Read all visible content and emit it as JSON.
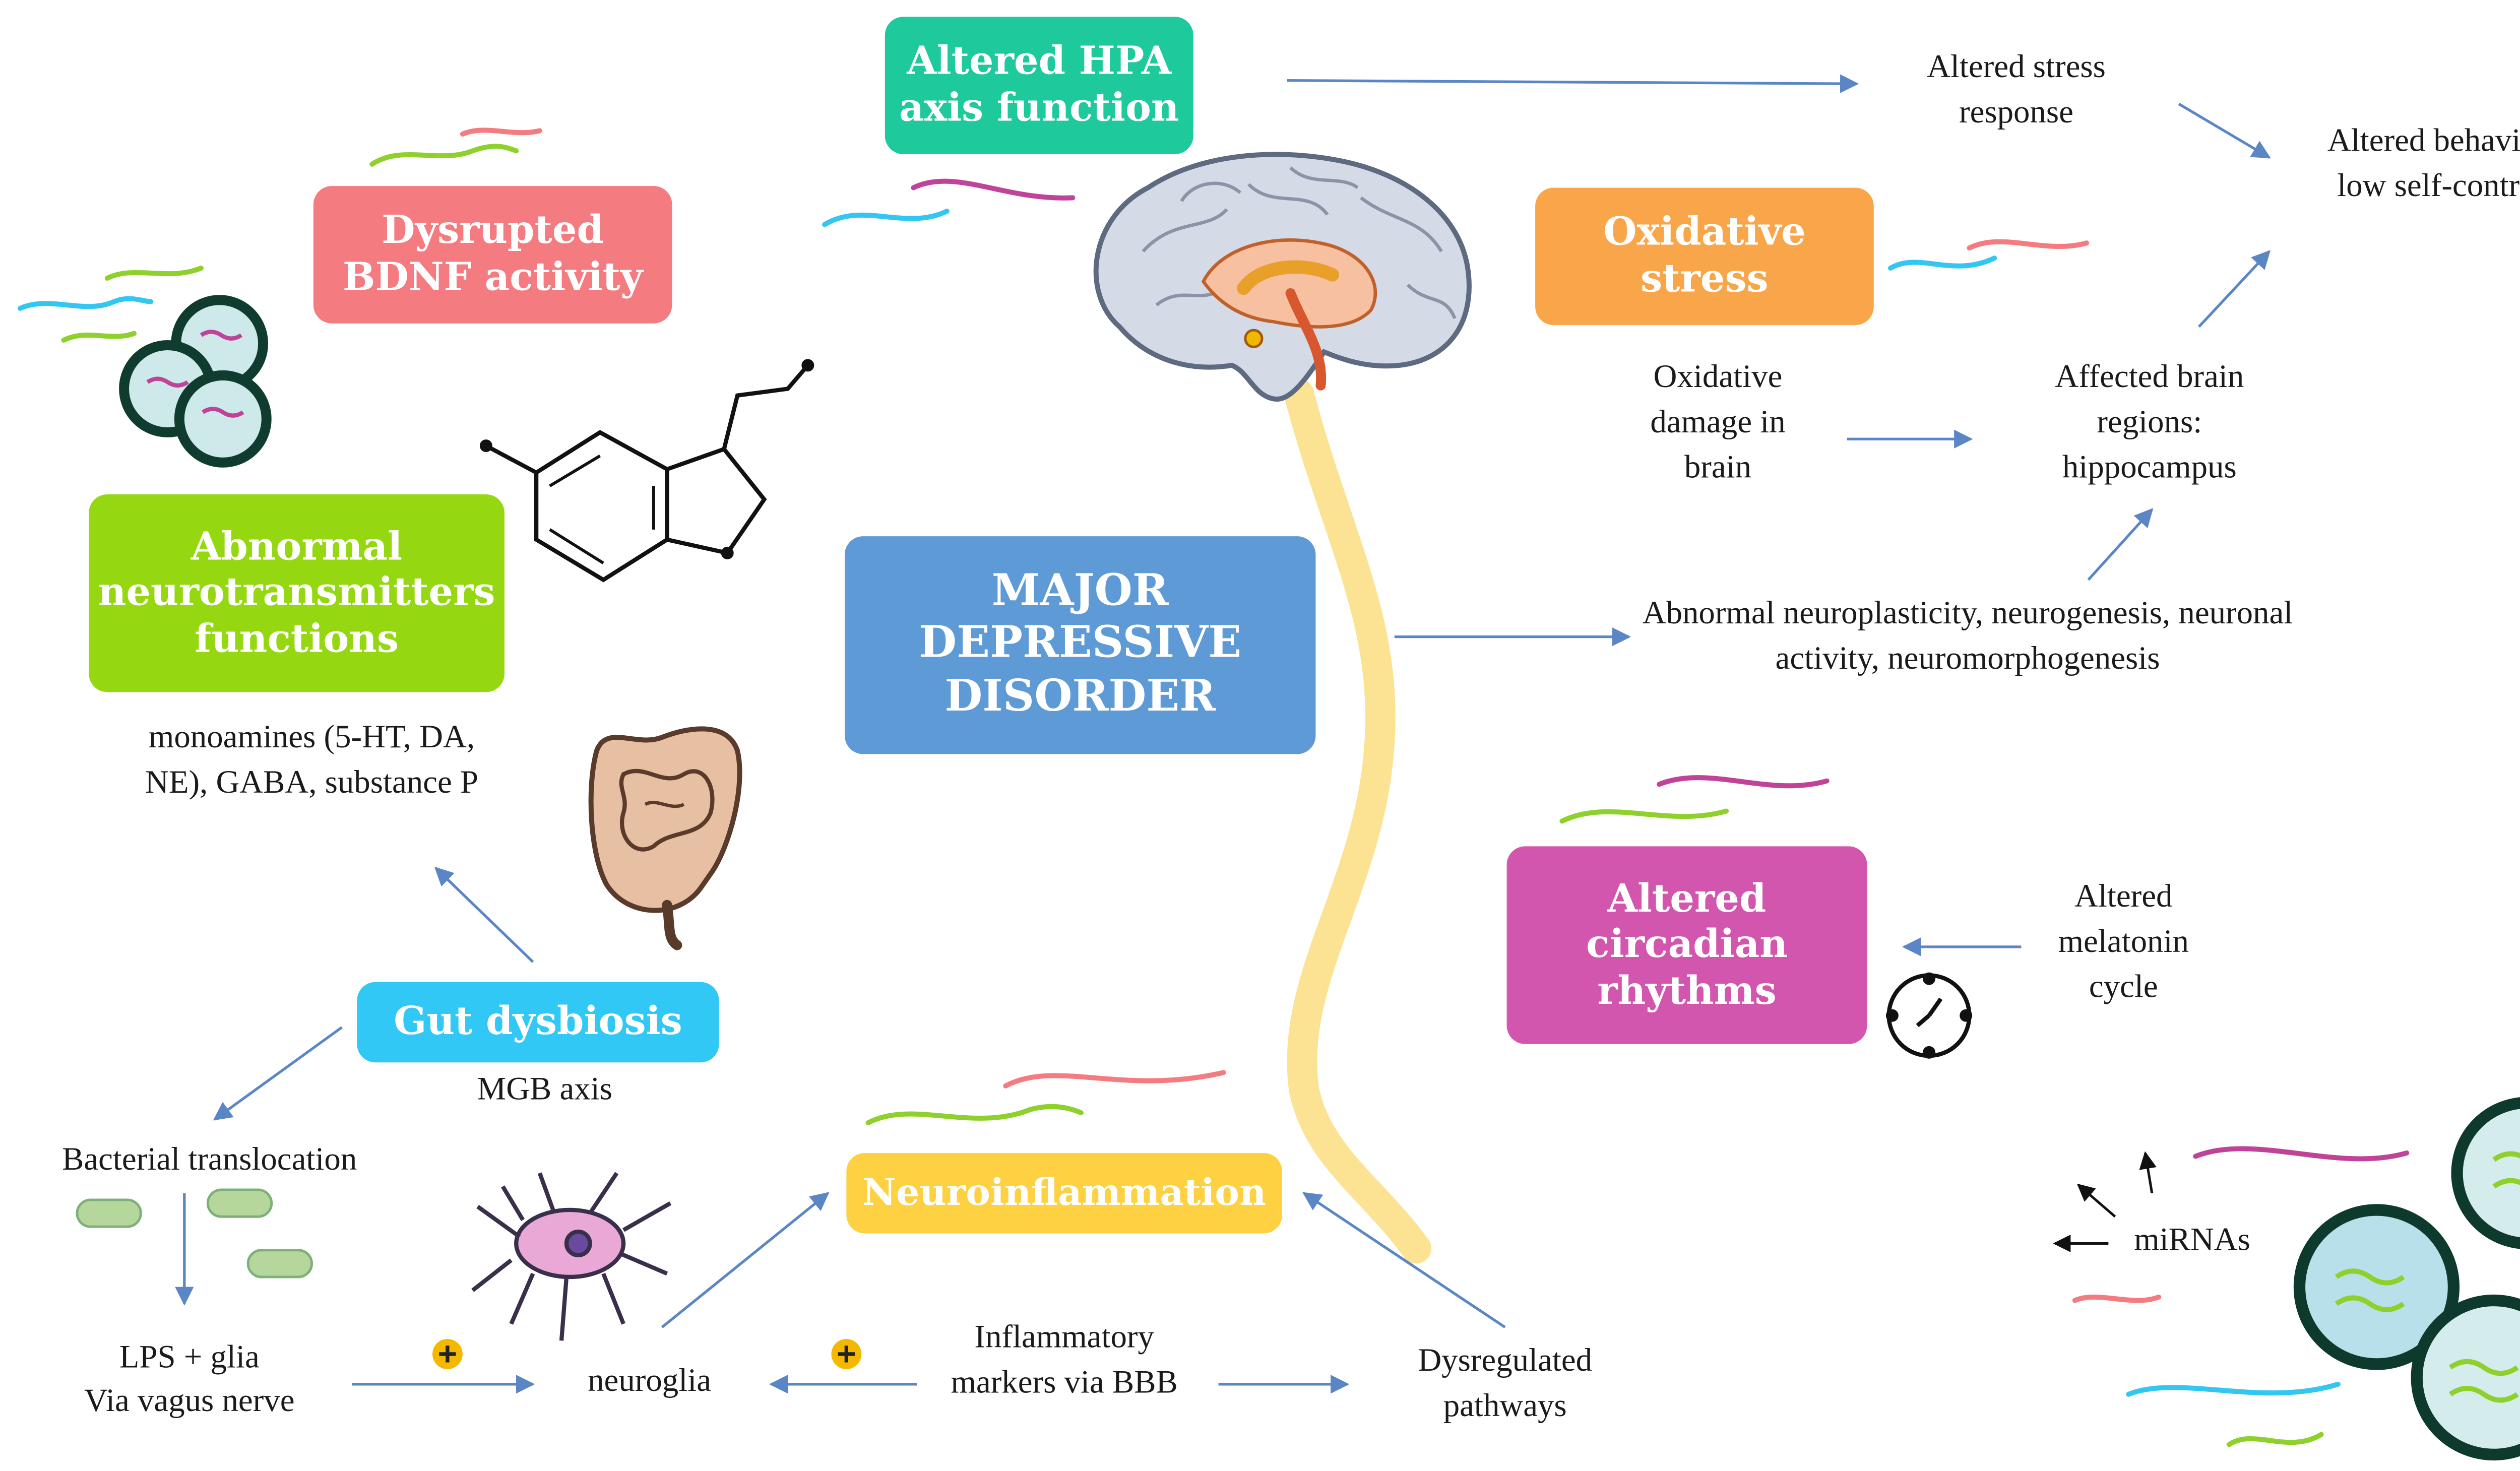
{
  "boxes": {
    "hpa": "Altered HPA axis function",
    "bdnf": "Dysrupted BDNF activity",
    "oxidative": "Oxidative stress",
    "neurotransmitters": "Abnormal neurotransmitters functions",
    "mdd": "MAJOR DEPRESSIVE DISORDER",
    "circadian": "Altered circadian rhythms",
    "gut": "Gut dysbiosis",
    "neuroinflammation": "Neuroinflammation"
  },
  "labels": {
    "stress_response": "Altered stress response",
    "behavior": "Altered behavior, low self-control",
    "oxidative_damage": "Oxidative damage in brain",
    "brain_regions": "Affected brain regions: hippocampus",
    "neuroplasticity": "Abnormal neuroplasticity, neurogenesis, neuronal activity, neuromorphogenesis",
    "monoamines": "monoamines (5-HT, DA, NE), GABA, substance P",
    "melatonin": "Altered melatonin cycle",
    "mgb": "MGB axis",
    "bacterial": "Bacterial translocation",
    "lps_glia": "LPS + glia",
    "vagus": "Via vagus nerve",
    "neuroglia": "neuroglia",
    "inflammatory": "Inflammatory markers via BBB",
    "dysregulated": "Dysregulated pathways",
    "mirnas": "miRNAs"
  },
  "colors": {
    "hpa": "#1ec99b",
    "bdnf": "#f47b80",
    "oxidative": "#f9a64a",
    "neurotransmitters": "#95d812",
    "mdd": "#5e9bd6",
    "circadian": "#d356ae",
    "gut": "#32c8f5",
    "neuroinflammation": "#fdd142",
    "arrow": "#5b86c6",
    "spine": "#fce393",
    "brain": "#c6cfdc",
    "plus_badge": "#f5b800"
  }
}
